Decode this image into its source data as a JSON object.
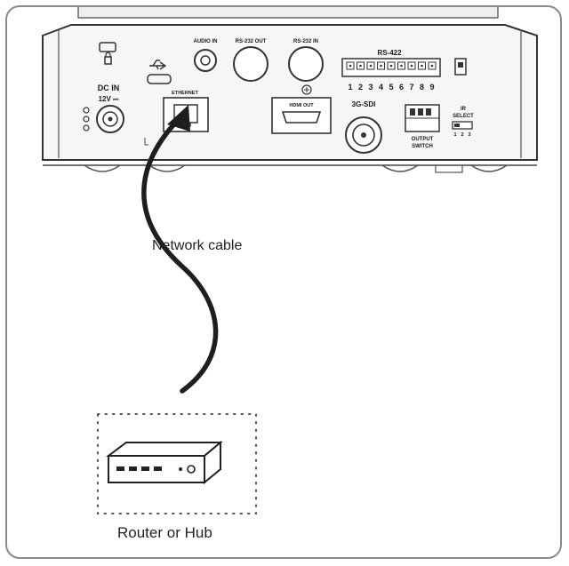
{
  "panel": {
    "audio_in": "AUDIO IN",
    "rs232_out": "RS-232 OUT",
    "rs232_in": "RS-232 IN",
    "rs422": "RS-422",
    "rs422_pins": [
      "1",
      "2",
      "3",
      "4",
      "5",
      "6",
      "7",
      "8",
      "9"
    ],
    "dc_in": "DC IN",
    "dc_volt": "12V ⎓",
    "ethernet": "ETHERNET",
    "hdmi_out": "HDMI OUT",
    "sdi": "3G-SDI",
    "output_switch_1": "OUTPUT",
    "output_switch_2": "SWITCH",
    "ir_1": "IR",
    "ir_2": "SELECT",
    "ir_positions": [
      "1",
      "2",
      "3"
    ]
  },
  "labels": {
    "network_cable": "Network cable",
    "router": "Router or Hub"
  },
  "colors": {
    "cable": "#1e1e1e",
    "frame": "#8a8a8a",
    "panel_line": "#333333"
  }
}
